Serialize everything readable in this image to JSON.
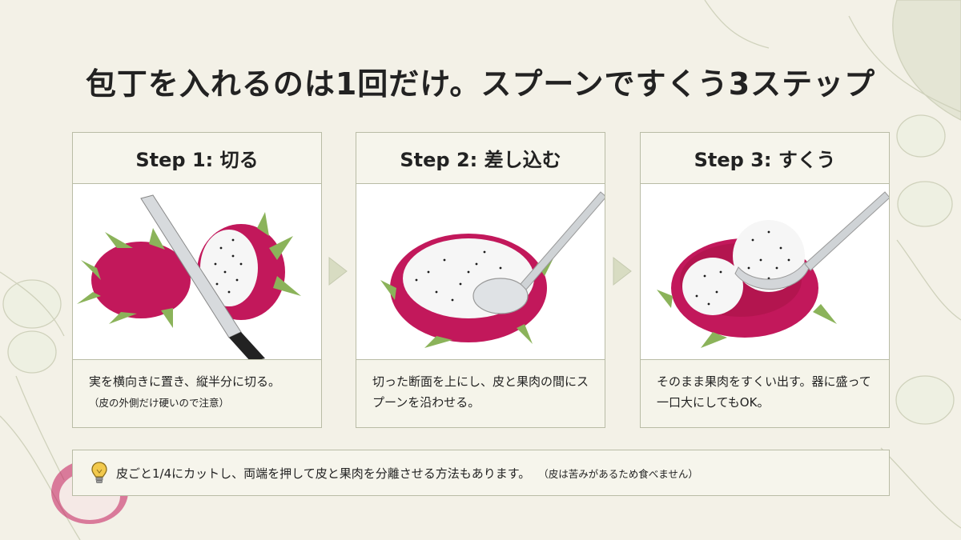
{
  "title": "包丁を入れるのは1回だけ。スプーンですくう3ステップ",
  "steps": [
    {
      "heading": "Step 1: 切る",
      "text": "実を横向きに置き、縦半分に切る。",
      "note": "（皮の外側だけ硬いので注意）",
      "illustration": "knife-cutting-dragon-fruit"
    },
    {
      "heading": "Step 2: 差し込む",
      "text": "切った断面を上にし、皮と果肉の間にスプーンを沿わせる。",
      "note": "",
      "illustration": "spoon-in-half-dragon-fruit"
    },
    {
      "heading": "Step 3: すくう",
      "text": "そのまま果肉をすくい出す。器に盛って一口大にしてもOK。",
      "note": "",
      "illustration": "spoon-scooping-flesh"
    }
  ],
  "tip": {
    "icon": "lightbulb-icon",
    "text": "皮ごと1/4にカットし、両端を押して皮と果肉を分離させる方法もあります。",
    "note": "（皮は苦みがあるため食べません）"
  },
  "colors": {
    "background": "#f3f1e7",
    "border": "#b9bca6",
    "skin": "#c2185b",
    "flesh": "#fafafa",
    "seed": "#1a1a1a",
    "leaf": "#7da05a"
  }
}
